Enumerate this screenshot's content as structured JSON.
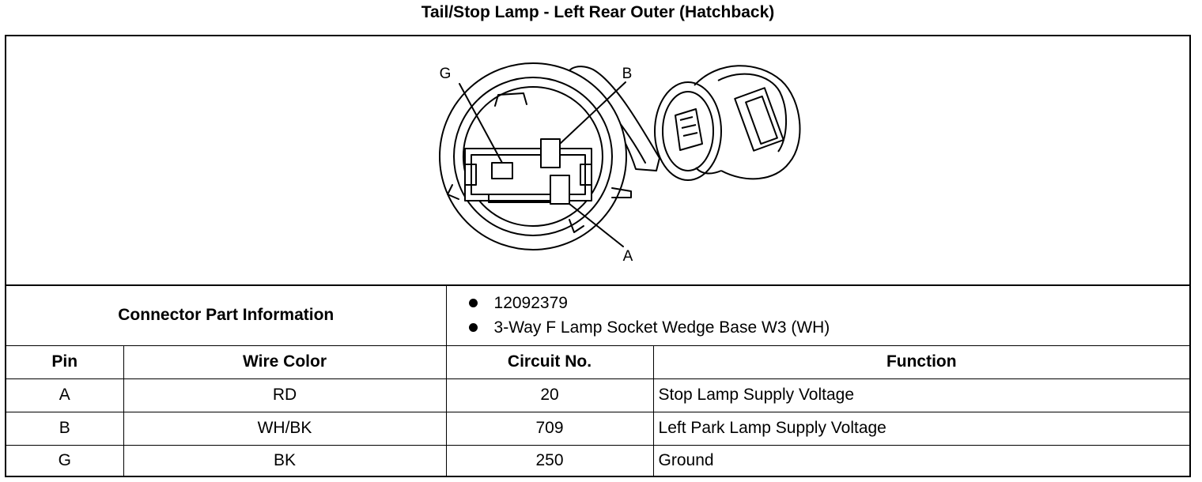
{
  "title": "Tail/Stop Lamp - Left Rear Outer (Hatchback)",
  "diagram": {
    "pin_labels": {
      "g": "G",
      "b": "B",
      "a": "A"
    }
  },
  "connector_info": {
    "label": "Connector Part Information",
    "items": [
      "12092379",
      "3-Way F Lamp Socket Wedge Base W3 (WH)"
    ]
  },
  "table": {
    "headers": {
      "pin": "Pin",
      "wire_color": "Wire Color",
      "circuit": "Circuit No.",
      "function": "Function"
    },
    "rows": [
      {
        "pin": "A",
        "wire_color": "RD",
        "circuit": "20",
        "function": "Stop Lamp Supply Voltage"
      },
      {
        "pin": "B",
        "wire_color": "WH/BK",
        "circuit": "709",
        "function": "Left Park Lamp Supply Voltage"
      },
      {
        "pin": "G",
        "wire_color": "BK",
        "circuit": "250",
        "function": "Ground"
      }
    ]
  }
}
